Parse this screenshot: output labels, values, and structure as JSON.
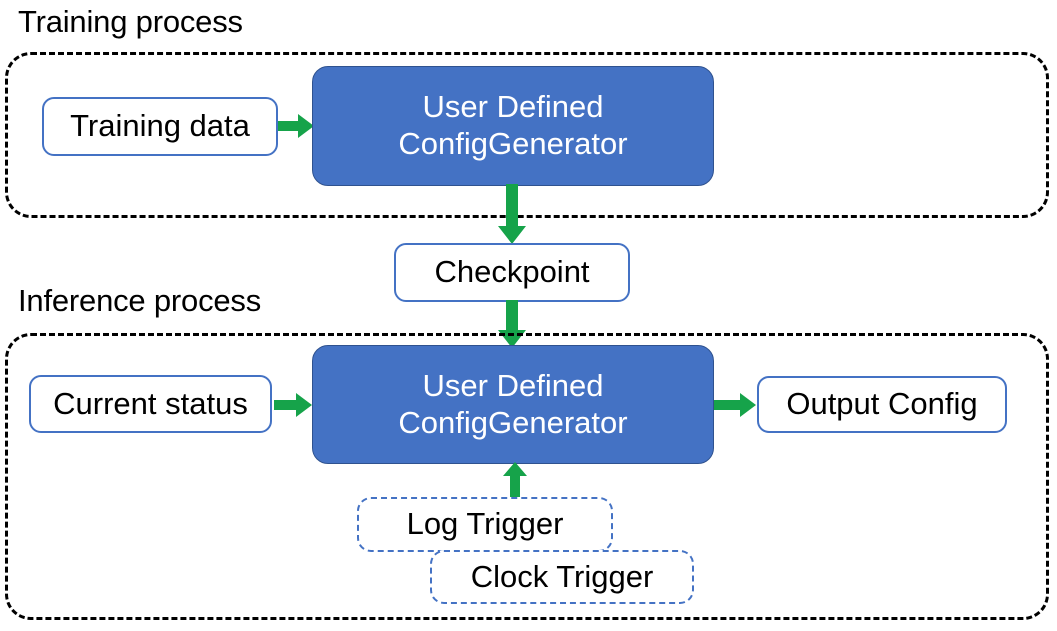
{
  "diagram": {
    "title_training": "Training process",
    "title_inference": "Inference process",
    "colors": {
      "node_fill_blue": "#4472C4",
      "node_border_blue": "#4472C4",
      "arrow_green": "#16A34A",
      "container_dash": "#000000",
      "text_dark": "#000000",
      "text_light": "#FFFFFF",
      "background": "#FFFFFF"
    },
    "training": {
      "input_node": "Training data",
      "model_node_line1": "User Defined",
      "model_node_line2": "ConfigGenerator"
    },
    "bridge": {
      "checkpoint_node": "Checkpoint"
    },
    "inference": {
      "input_node": "Current status",
      "model_node_line1": "User Defined",
      "model_node_line2": "ConfigGenerator",
      "output_node": "Output Config",
      "trigger_log": "Log Trigger",
      "trigger_clock": "Clock Trigger"
    },
    "edges": [
      {
        "from": "Training data",
        "to": "User Defined ConfigGenerator",
        "direction": "right"
      },
      {
        "from": "User Defined ConfigGenerator",
        "to": "Checkpoint",
        "direction": "down"
      },
      {
        "from": "Checkpoint",
        "to": "User Defined ConfigGenerator",
        "direction": "down"
      },
      {
        "from": "Current status",
        "to": "User Defined ConfigGenerator",
        "direction": "right"
      },
      {
        "from": "User Defined ConfigGenerator",
        "to": "Output Config",
        "direction": "right"
      },
      {
        "from": "Log Trigger",
        "to": "User Defined ConfigGenerator",
        "direction": "up"
      }
    ]
  }
}
